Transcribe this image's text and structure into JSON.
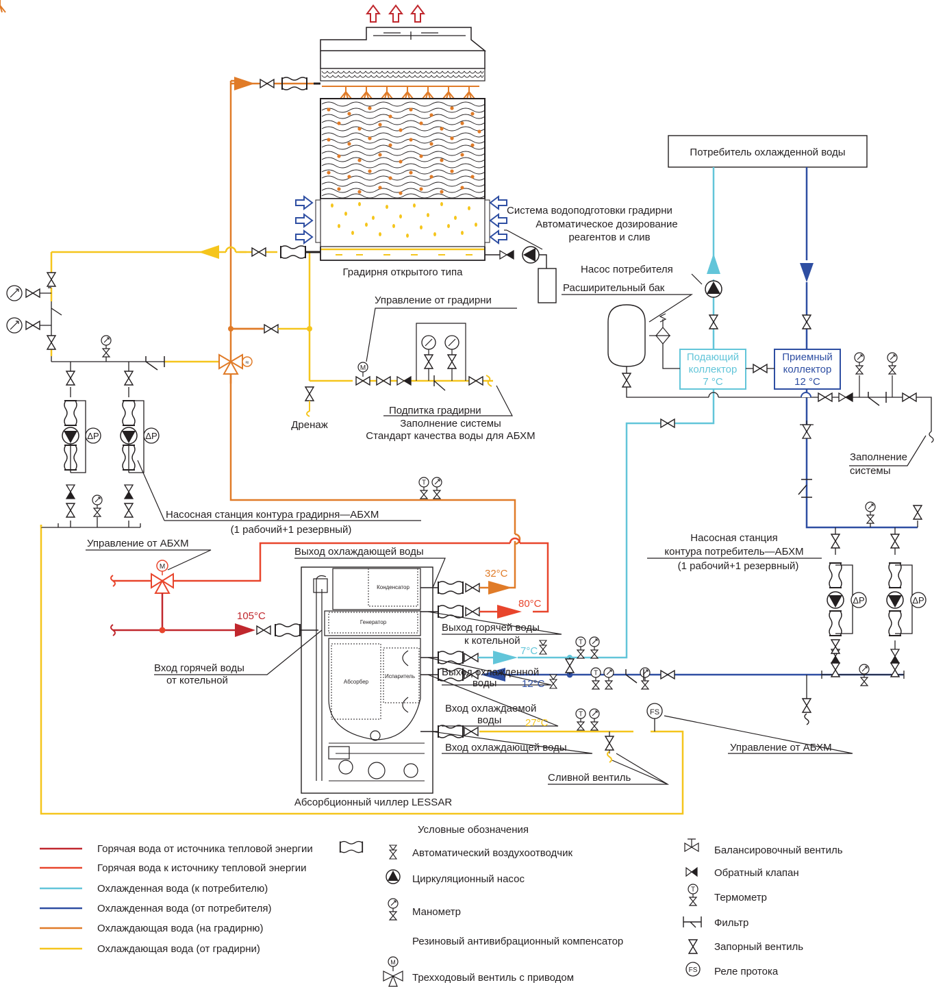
{
  "colors": {
    "hot_supply": "#c0272d",
    "hot_return": "#e8452c",
    "chilled_to": "#62c5d9",
    "chilled_from": "#2e4ea2",
    "cooling_to": "#e07b28",
    "cooling_from": "#f5c51c",
    "line": "#231f20",
    "air_arrow": "#2e4ea2"
  },
  "labels": {
    "consumer": "Потребитель охлажденной воды",
    "water_treatment_1": "Система водоподготовки градирни",
    "water_treatment_2": "Автоматическое дозирование",
    "water_treatment_3": "реагентов и слив",
    "cooling_tower": "Градирня открытого типа",
    "consumer_pump": "Насос потребителя",
    "expansion_tank": "Расширительный бак",
    "tower_control": "Управление от градирни",
    "supply_manifold_1": "Подающий",
    "supply_manifold_2": "коллектор",
    "supply_manifold_3": "7 °С",
    "return_manifold_1": "Приемный",
    "return_manifold_2": "коллектор",
    "return_manifold_3": "12 °С",
    "drain": "Дренаж",
    "makeup_1": "Подпитка градирни",
    "makeup_2": "Заполнение системы",
    "makeup_3": "Стандарт качества воды для АБХМ",
    "fill_system_1": "Заполнение",
    "fill_system_2": "системы",
    "tower_pump_station_1": "Насосная станция контура градирня—АБХМ",
    "tower_pump_station_2": "(1 рабочий+1 резервный)",
    "abhm_control_left": "Управление от АБХМ",
    "consumer_pump_station_1": "Насосная станция",
    "consumer_pump_station_2": "контура потребитель—АБХМ",
    "consumer_pump_station_3": "(1 рабочий+1 резервный)",
    "cooling_water_out": "Выход охлаждающей воды",
    "hot_water_out_1": "Выход  горячей воды",
    "hot_water_out_2": "к котельной",
    "hot_water_in_1": "Вход горячей воды",
    "hot_water_in_2": "от котельной",
    "chilled_out_1": "Выход охлажденной",
    "chilled_out_2": "воды",
    "chilled_in_1": "Вход охлаждаемой",
    "chilled_in_2": "воды",
    "cooling_water_in": "Вход охлаждающей воды",
    "abhm_control_right": "Управление от АБХМ",
    "drain_valve": "Сливной вентиль",
    "chiller": "Абсорбционный чиллер LESSAR",
    "condenser": "Конденсатор",
    "generator": "Генератор",
    "absorber": "Абсорбер",
    "evaporator": "Испаритель",
    "t32": "32°C",
    "t80": "80°C",
    "t105": "105°C",
    "t7": "7°C",
    "t12": "12°C",
    "t27": "27°C",
    "dp": "ΔP",
    "m": "M",
    "t": "T",
    "fs": "FS"
  },
  "legend": {
    "title": "Условные обозначения",
    "lines": [
      {
        "label": "Горячая вода от источника тепловой энергии",
        "color": "#c0272d"
      },
      {
        "label": "Горячая вода к источнику тепловой энергии",
        "color": "#e8452c"
      },
      {
        "label": "Охлажденная вода (к потребителю)",
        "color": "#62c5d9"
      },
      {
        "label": "Охлажденная вода (от потребителя)",
        "color": "#2e4ea2"
      },
      {
        "label": "Охлаждающая вода (на градирню)",
        "color": "#e07b28"
      },
      {
        "label": "Охлаждающая вода (от градирни)",
        "color": "#f5c51c"
      }
    ],
    "symbols_mid": [
      {
        "label": "Автоматический воздухоотводчик",
        "icon": "air-vent"
      },
      {
        "label": "Циркуляционный насос",
        "icon": "pump"
      },
      {
        "label": "Манометр",
        "icon": "manometer"
      },
      {
        "label": "Резиновый антивибрационный компенсатор",
        "icon": "compensator"
      },
      {
        "label": "Трехходовый вентиль с приводом",
        "icon": "three-way-valve"
      }
    ],
    "symbols_right": [
      {
        "label": "Балансировочный вентиль",
        "icon": "balancing-valve"
      },
      {
        "label": "Обратный клапан",
        "icon": "check-valve"
      },
      {
        "label": "Термометр",
        "icon": "thermometer"
      },
      {
        "label": "Фильтр",
        "icon": "filter"
      },
      {
        "label": "Запорный вентиль",
        "icon": "shutoff-valve"
      },
      {
        "label": "Реле протока",
        "icon": "flow-relay"
      }
    ]
  }
}
